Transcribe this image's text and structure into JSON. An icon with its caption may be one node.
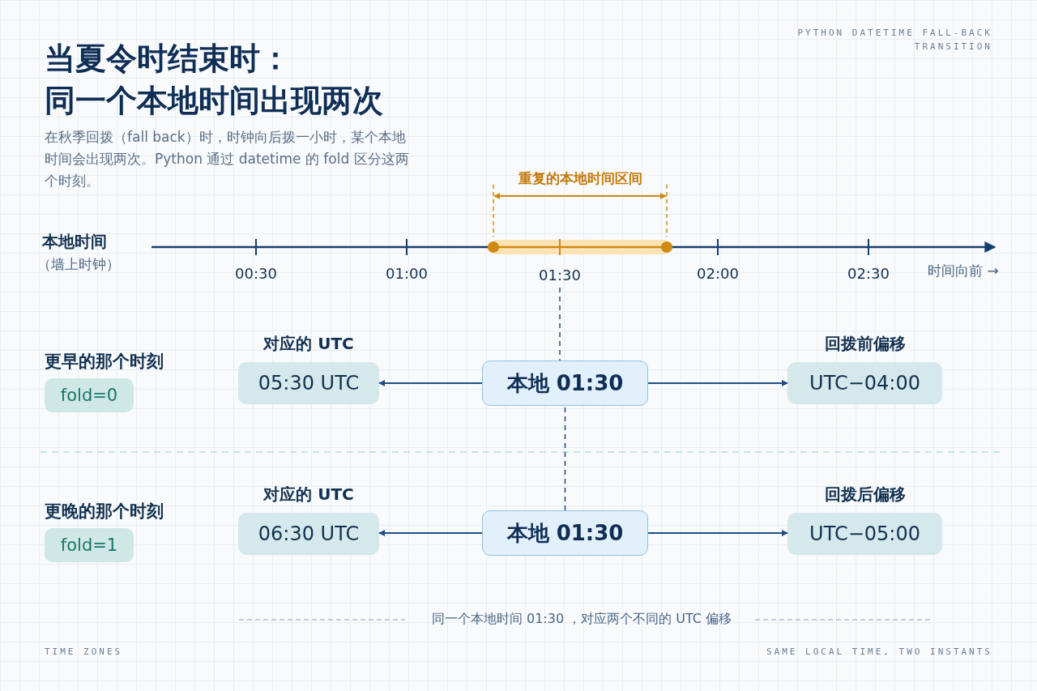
{
  "diagram": {
    "title": "当夏令时结束时：同一个本地时间出现两次",
    "caption": "同一个本地时间 01:30 ，对应两个不同的 UTC 偏移",
    "nodes": [
      {
        "text": [
          "01:30"
        ]
      },
      {
        "text": [
          "fold=0"
        ]
      },
      {
        "text": [
          "对应的 UTC",
          "05:30 UTC"
        ]
      },
      {
        "text": [
          "本地 01:30"
        ]
      },
      {
        "text": [
          "回拨前偏移",
          "UTC−04:00"
        ]
      },
      {
        "text": [
          "fold=1"
        ]
      },
      {
        "text": [
          "对应的 UTC",
          "06:30 UTC"
        ]
      },
      {
        "text": [
          "本地 01:30"
        ]
      },
      {
        "text": [
          "回拨后偏移",
          "UTC−05:00"
        ]
      }
    ],
    "edges": [
      {
        "from": 0,
        "to": 3,
        "arrow": "none",
        "style": "dashed"
      },
      {
        "from": 3,
        "to": 2,
        "arrow": "to"
      },
      {
        "from": 3,
        "to": 4,
        "arrow": "to"
      },
      {
        "from": 3,
        "to": 7,
        "arrow": "none",
        "style": "dashed"
      },
      {
        "from": 7,
        "to": 6,
        "arrow": "to"
      },
      {
        "from": 7,
        "to": 8,
        "arrow": "to"
      }
    ],
    "labels": [
      "PYTHON  DATETIME FALL-BACK TRANSITION",
      "在秋季回拨（fall back）时，时钟向后拨一小时，某个本地时间会出现两次。Python 通过 datetime 的 fold 区分这两个时刻。",
      "重复的本地时间区间",
      "本地时间",
      "（墙上时钟）",
      "00:30",
      "01:00",
      "02:00",
      "02:30",
      "时间向前 →",
      "更早的那个时刻",
      "更晚的那个时刻",
      "TIME ZONES",
      "SAME LOCAL TIME, TWO INSTANTS"
    ]
  }
}
